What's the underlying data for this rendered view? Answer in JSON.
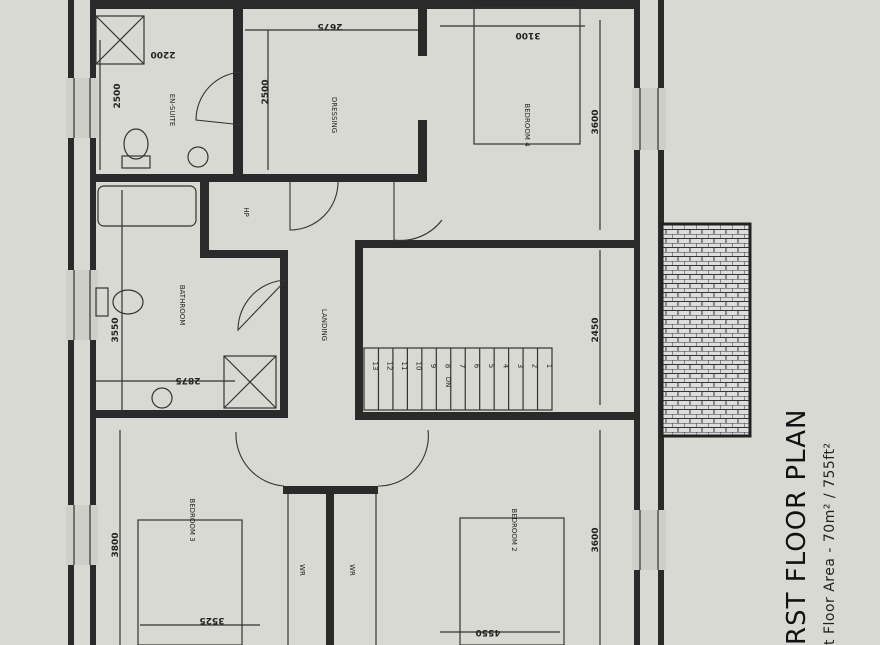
{
  "plan": {
    "title": "RST FLOOR PLAN",
    "area": "t Floor Area - 70m² / 755ft²"
  },
  "rooms": {
    "ensuite": "EN-SUITE",
    "dressing": "DRESSING",
    "bedroom4": "BEDROOM 4",
    "hp": "HP",
    "bathroom": "BATHROOM",
    "landing": "LANDING",
    "bedroom3": "BEDROOM 3",
    "bedroom2": "BEDROOM 2",
    "wr1": "WR",
    "wr2": "WR",
    "dn": "DN"
  },
  "dimensions": {
    "d2200": "2200",
    "d2500a": "2500",
    "d2675a": "2675",
    "d2500b": "2500",
    "d3100": "3100",
    "d3600a": "3600",
    "d3550": "3550",
    "d2875": "2875",
    "d2450": "2450",
    "d3800": "3800",
    "d3600b": "3600",
    "d3525": "3525",
    "d4550": "4550"
  },
  "stairs": [
    "13",
    "12",
    "11",
    "10",
    "9",
    "8",
    "7",
    "6",
    "5",
    "4",
    "3",
    "2",
    "1"
  ]
}
